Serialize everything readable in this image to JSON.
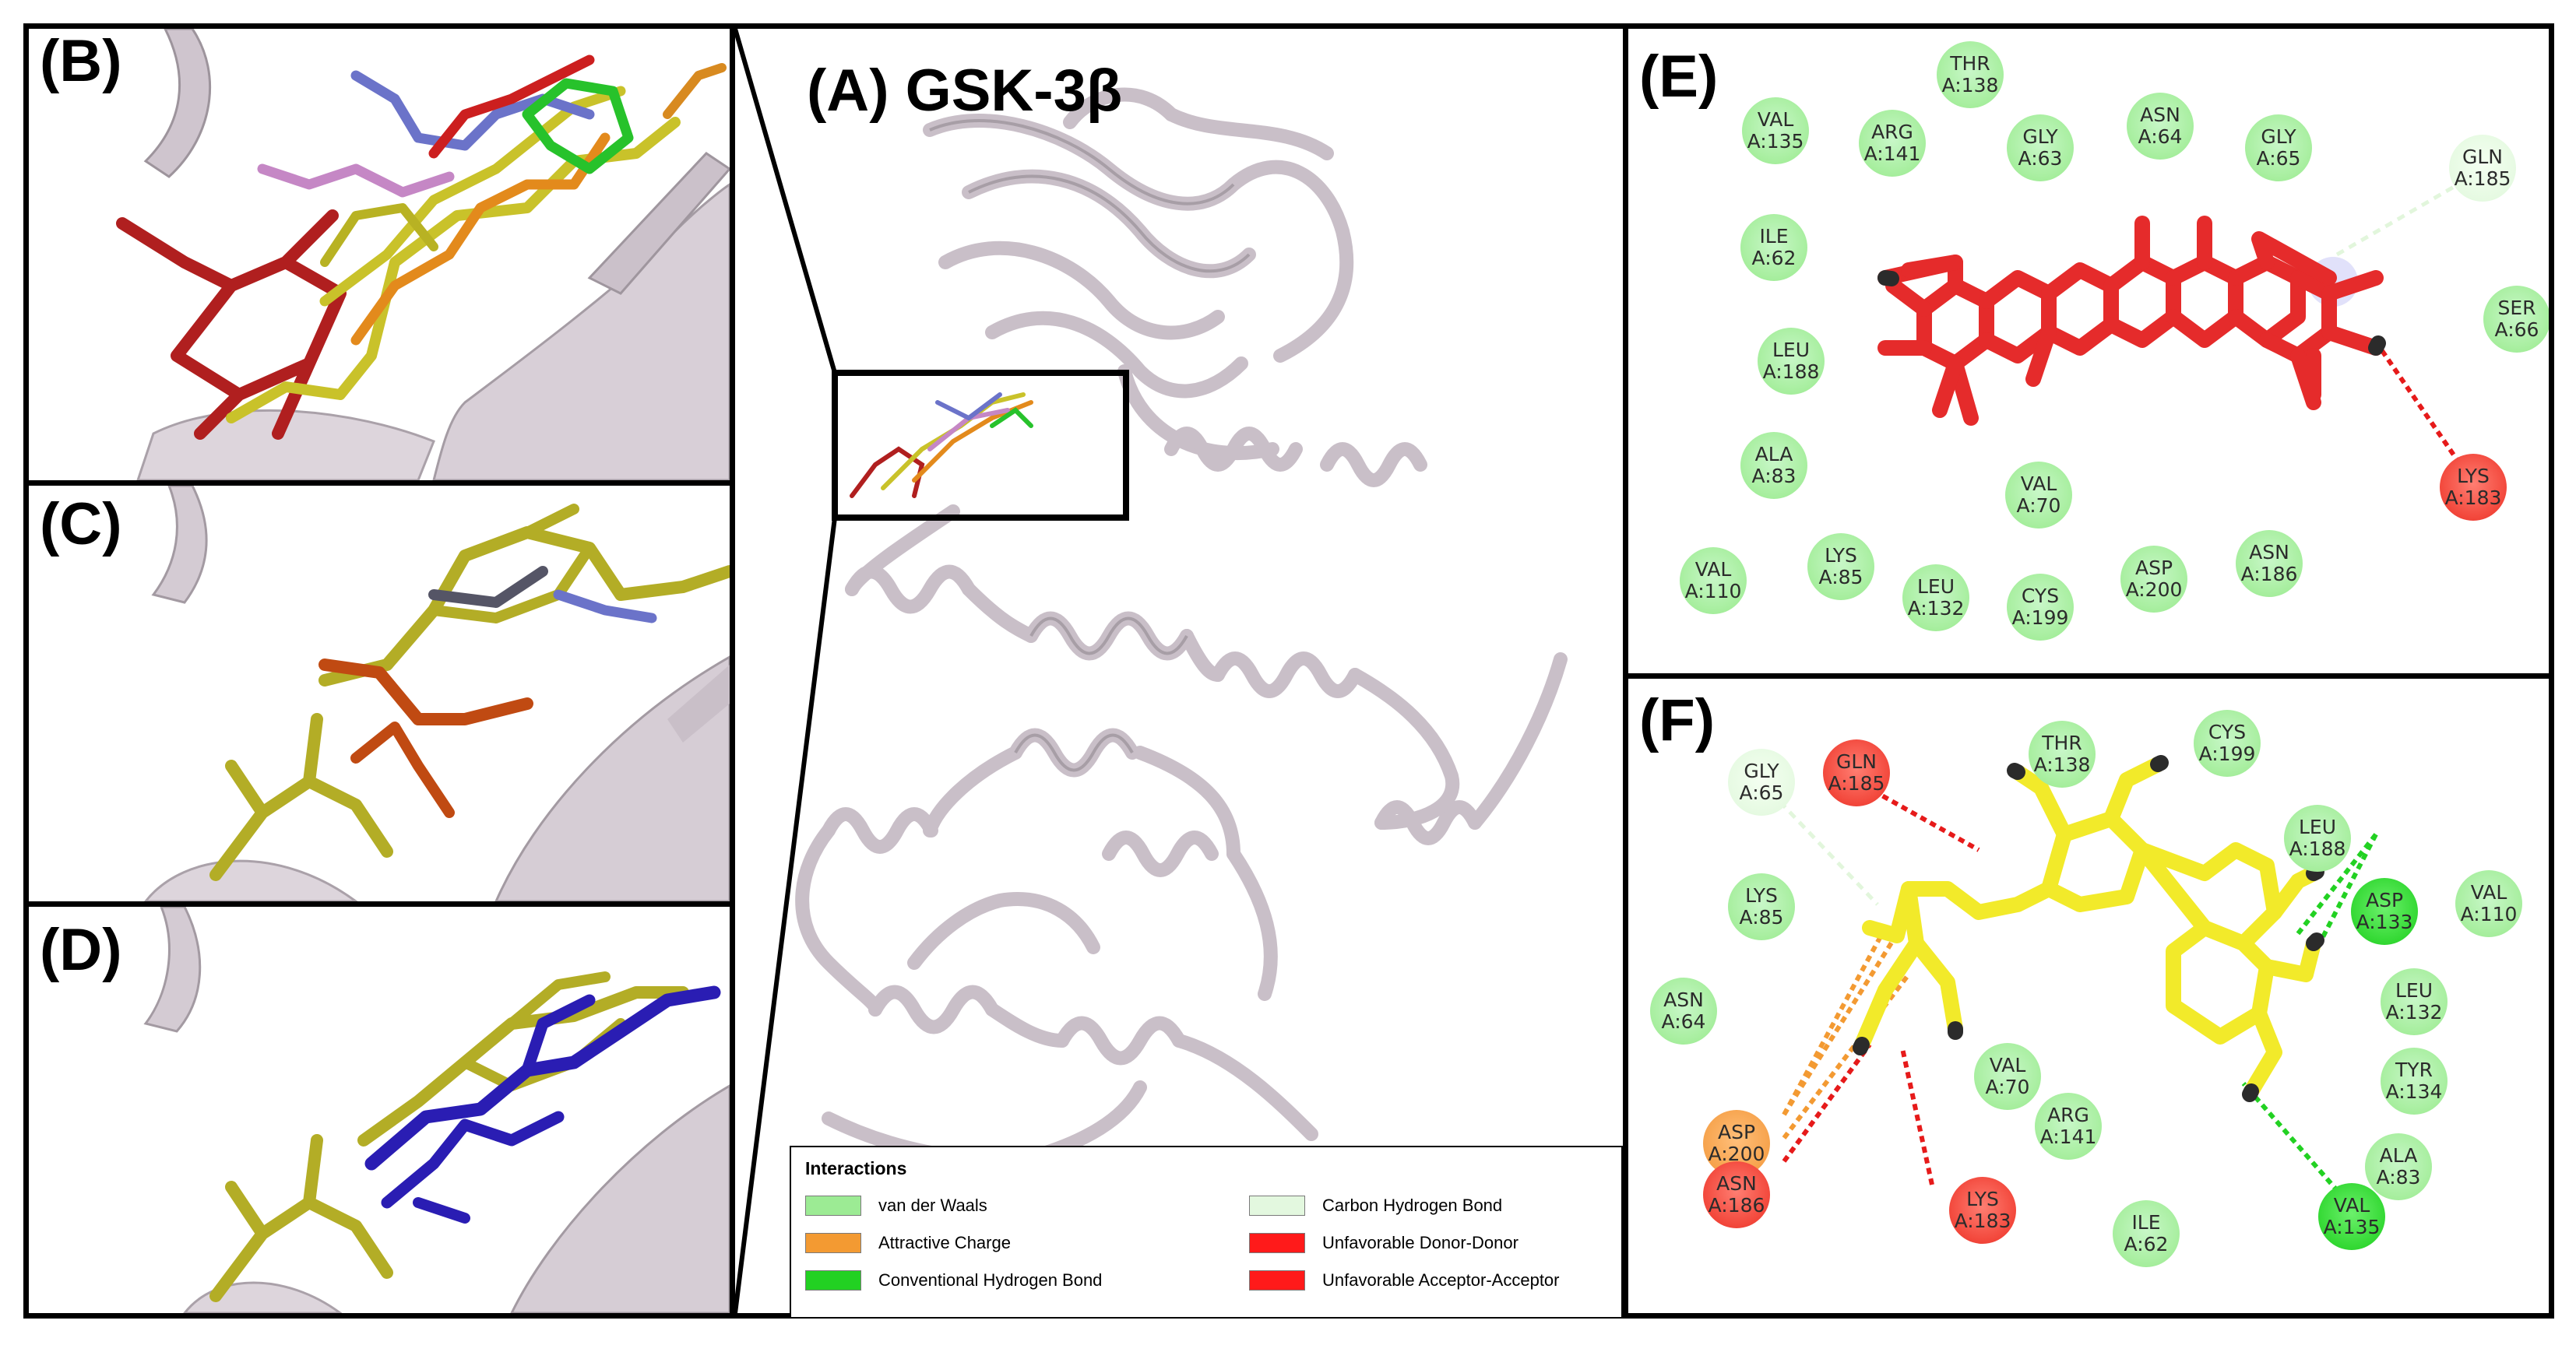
{
  "panels": {
    "a": {
      "label": "(A) GSK-3β"
    },
    "b": {
      "label": "(B)"
    },
    "c": {
      "label": "(C)"
    },
    "d": {
      "label": "(D)"
    },
    "e": {
      "label": "(E)"
    },
    "f": {
      "label": "(F)"
    }
  },
  "legend": {
    "title": "Interactions",
    "items": [
      {
        "label": "van der Waals",
        "color": "#9ceb94"
      },
      {
        "label": "Attractive Charge",
        "color": "#f39a32"
      },
      {
        "label": "Conventional Hydrogen Bond",
        "color": "#22d122"
      },
      {
        "label": "Carbon Hydrogen Bond",
        "color": "#e3f8df"
      },
      {
        "label": "Unfavorable Donor-Donor",
        "color": "#ff1a1a"
      },
      {
        "label": "Unfavorable Acceptor-Acceptor",
        "color": "#ff1a1a"
      }
    ]
  },
  "colors": {
    "protein": "#c9bfc8",
    "ligand_e": "#e52b2b",
    "ligand_f": "#f2ea2a"
  },
  "panel_e_residues": [
    {
      "name": "THR",
      "id": "A:138",
      "type": "vdw"
    },
    {
      "name": "VAL",
      "id": "A:135",
      "type": "vdw"
    },
    {
      "name": "ARG",
      "id": "A:141",
      "type": "vdw"
    },
    {
      "name": "GLY",
      "id": "A:63",
      "type": "vdw"
    },
    {
      "name": "ASN",
      "id": "A:64",
      "type": "vdw"
    },
    {
      "name": "GLY",
      "id": "A:65",
      "type": "vdw"
    },
    {
      "name": "GLN",
      "id": "A:185",
      "type": "chb"
    },
    {
      "name": "ILE",
      "id": "A:62",
      "type": "vdw"
    },
    {
      "name": "SER",
      "id": "A:66",
      "type": "vdw"
    },
    {
      "name": "LEU",
      "id": "A:188",
      "type": "vdw"
    },
    {
      "name": "ALA",
      "id": "A:83",
      "type": "vdw"
    },
    {
      "name": "VAL",
      "id": "A:70",
      "type": "vdw"
    },
    {
      "name": "LYS",
      "id": "A:183",
      "type": "unf"
    },
    {
      "name": "VAL",
      "id": "A:110",
      "type": "vdw"
    },
    {
      "name": "LYS",
      "id": "A:85",
      "type": "vdw"
    },
    {
      "name": "LEU",
      "id": "A:132",
      "type": "vdw"
    },
    {
      "name": "CYS",
      "id": "A:199",
      "type": "vdw"
    },
    {
      "name": "ASP",
      "id": "A:200",
      "type": "vdw"
    },
    {
      "name": "ASN",
      "id": "A:186",
      "type": "vdw"
    }
  ],
  "panel_f_residues": [
    {
      "name": "GLY",
      "id": "A:65",
      "type": "chb"
    },
    {
      "name": "GLN",
      "id": "A:185",
      "type": "unf"
    },
    {
      "name": "THR",
      "id": "A:138",
      "type": "vdw"
    },
    {
      "name": "CYS",
      "id": "A:199",
      "type": "vdw"
    },
    {
      "name": "LEU",
      "id": "A:188",
      "type": "vdw"
    },
    {
      "name": "LYS",
      "id": "A:85",
      "type": "vdw"
    },
    {
      "name": "ASP",
      "id": "A:133",
      "type": "hb"
    },
    {
      "name": "VAL",
      "id": "A:110",
      "type": "vdw"
    },
    {
      "name": "ASN",
      "id": "A:64",
      "type": "vdw"
    },
    {
      "name": "LEU",
      "id": "A:132",
      "type": "vdw"
    },
    {
      "name": "VAL",
      "id": "A:70",
      "type": "vdw"
    },
    {
      "name": "TYR",
      "id": "A:134",
      "type": "vdw"
    },
    {
      "name": "ASP",
      "id": "A:200",
      "type": "chg"
    },
    {
      "name": "ARG",
      "id": "A:141",
      "type": "vdw"
    },
    {
      "name": "ASN",
      "id": "A:186",
      "type": "unf"
    },
    {
      "name": "ALA",
      "id": "A:83",
      "type": "vdw"
    },
    {
      "name": "LYS",
      "id": "A:183",
      "type": "unf"
    },
    {
      "name": "VAL",
      "id": "A:135",
      "type": "hb"
    },
    {
      "name": "ILE",
      "id": "A:62",
      "type": "vdw"
    }
  ]
}
